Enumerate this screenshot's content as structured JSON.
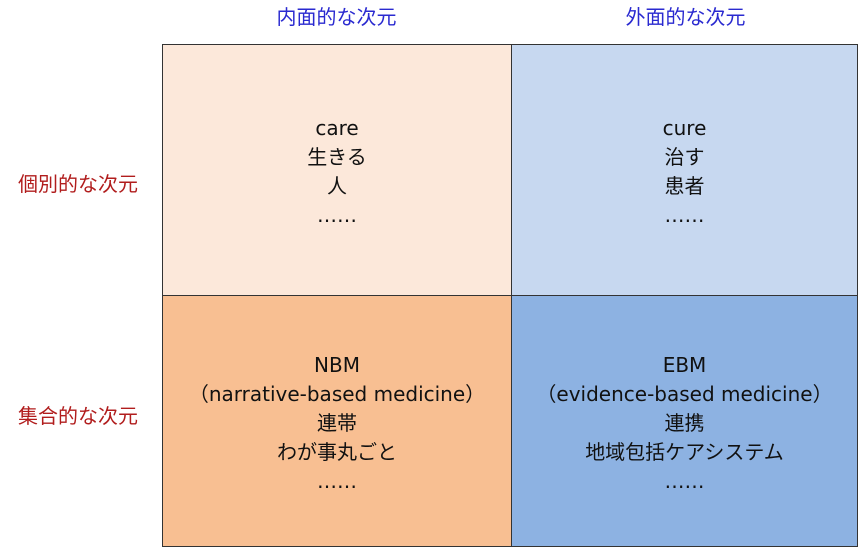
{
  "columns": {
    "inner": "内面的な次元",
    "outer": "外面的な次元"
  },
  "rows": {
    "individual": "個別的な次元",
    "collective": "集合的な次元"
  },
  "cells": {
    "top_left": [
      "care",
      "生きる",
      "人",
      "……"
    ],
    "top_right": [
      "cure",
      "治す",
      "患者",
      "……"
    ],
    "bottom_left": [
      "NBM",
      "（narrative-based medicine）",
      "連帯",
      "わが事丸ごと",
      "……"
    ],
    "bottom_right": [
      "EBM",
      "（evidence-based medicine）",
      "連携",
      "地域包括ケアシステム",
      "……"
    ]
  },
  "colors": {
    "column_header": "#2a2ad0",
    "row_header": "#b11d1d",
    "top_left_fill": "#fce8da",
    "top_right_fill": "#c7d8f0",
    "bottom_left_fill": "#f8bf92",
    "bottom_right_fill": "#8db2e2"
  }
}
